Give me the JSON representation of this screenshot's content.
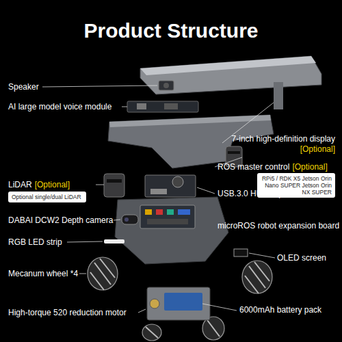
{
  "diagram": {
    "title": "Product Structure",
    "nodes": [
      {
        "text": [
          "RPi5 / RDK X5 Jetson Orin Nano SUPER Jetson Orin NX SUPER"
        ]
      },
      {
        "text": [
          "Optional single/dual LiDAR"
        ]
      }
    ],
    "labels": [
      "Speaker",
      "7-inch high-definition display",
      "[Optional]",
      "AI large model voice module",
      "ROS master control",
      "[Optional]",
      "LiDAR",
      "[Optional]",
      "USB.3.0 HUB expansion board",
      "DABAI DCW2 Depth camera",
      "microROS robot expansion board",
      "RGB LED strip",
      "OLED screen",
      "Mecanum wheel *4",
      "6000mAh battery pack",
      "High-torque 520 reduction motor"
    ]
  }
}
